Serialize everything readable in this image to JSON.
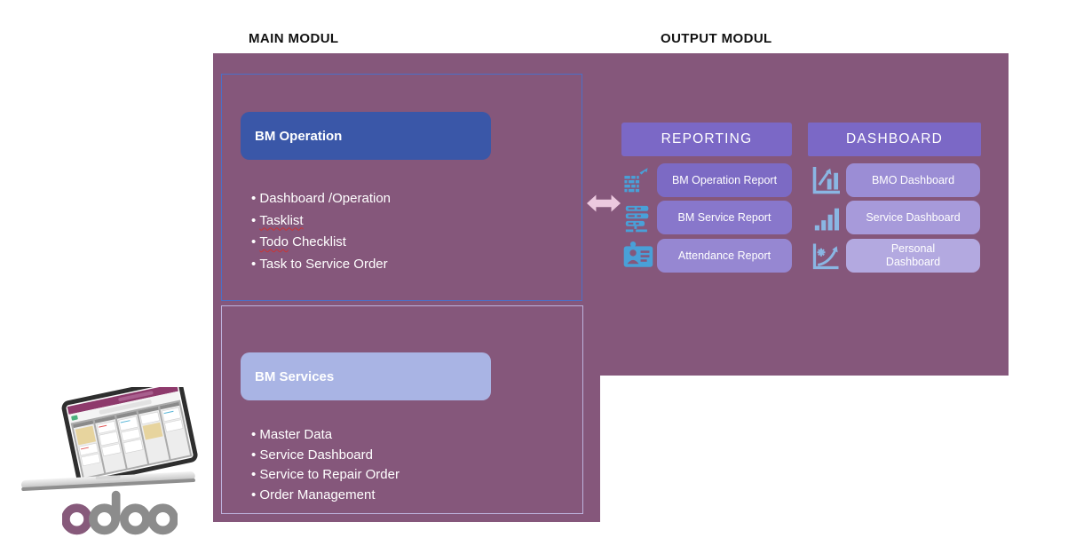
{
  "colors": {
    "bg-mauve": "#85577B",
    "box1-border": "#4C6FC6",
    "box2-border": "#BDB2DC",
    "btn-operation": "#3A57A8",
    "btn-services": "#A9B4E4",
    "header-purple": "#7B68C6",
    "rep-btn-1": "#7C6AC4",
    "rep-btn-2": "#8877CB",
    "rep-btn-3": "#9687D2",
    "dash-btn-1": "#9B8DD5",
    "dash-btn-2": "#A79ADA",
    "dash-btn-3": "#B3A9E0",
    "icon-blue": "#49A0D8",
    "icon-blue-light": "#8AB6E3",
    "arrow-pink": "#ECC9DF",
    "odoo-purple": "#875A7B",
    "odoo-gray": "#8C8C8C",
    "squiggle-red": "#CC3333"
  },
  "labels": {
    "main_modul": "MAIN MODUL",
    "output_modul": "OUTPUT MODUL"
  },
  "main_module": {
    "operation": {
      "title": "BM Operation",
      "items": [
        {
          "pre": "Dashboard /Operation",
          "mis": "",
          "post": ""
        },
        {
          "pre": "",
          "mis": "Tasklist",
          "post": ""
        },
        {
          "pre": "",
          "mis": "Todo",
          "post": " Checklist"
        },
        {
          "pre": "Task to Service Order",
          "mis": "",
          "post": ""
        }
      ]
    },
    "services": {
      "title": "BM Services",
      "items": [
        "Master Data",
        "Service Dashboard",
        "Service to Repair Order",
        "Order Management"
      ]
    }
  },
  "output_module": {
    "reporting": {
      "title": "REPORTING",
      "rows": [
        {
          "icon": "brick-report-icon",
          "label": "BM Operation Report"
        },
        {
          "icon": "server-list-icon",
          "label": "BM Service Report"
        },
        {
          "icon": "id-card-icon",
          "label": "Attendance Report"
        }
      ]
    },
    "dashboard": {
      "title": "DASHBOARD",
      "rows": [
        {
          "icon": "chart-growth-icon",
          "label": "BMO Dashboard"
        },
        {
          "icon": "ascending-bars-icon",
          "label": "Service Dashboard"
        },
        {
          "icon": "curve-growth-icon",
          "label": "Personal Dashboard"
        }
      ]
    }
  },
  "logo": {
    "text": "odoo"
  }
}
